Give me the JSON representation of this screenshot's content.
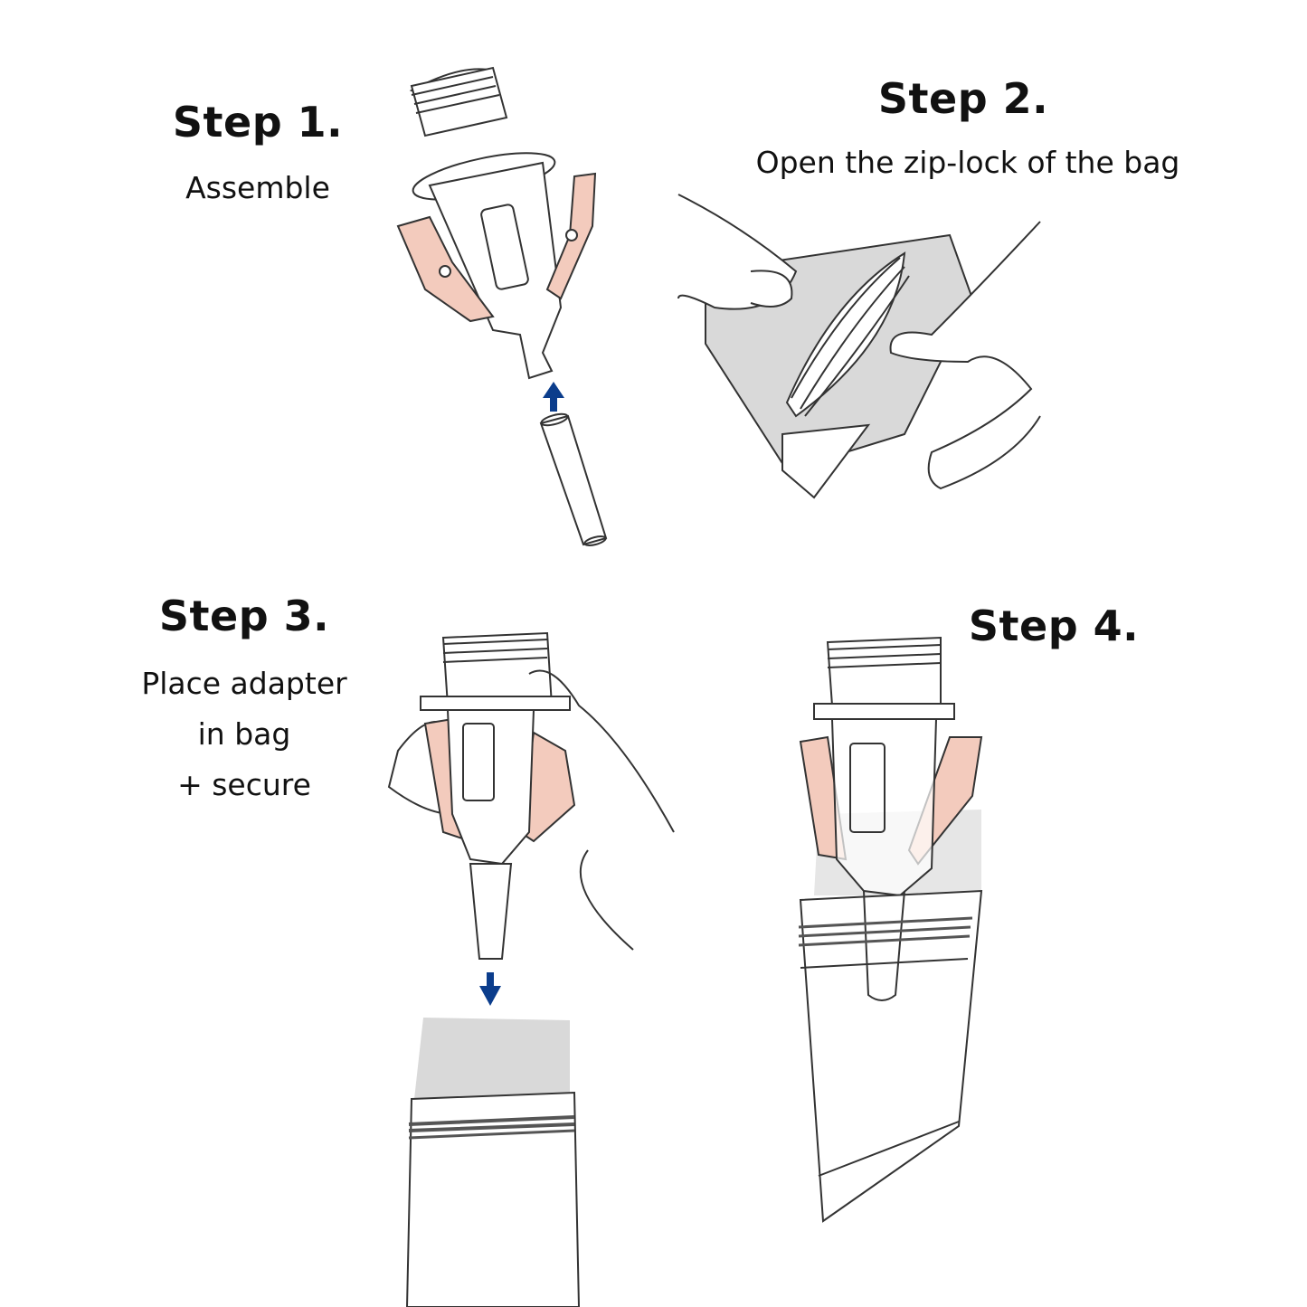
{
  "steps": [
    {
      "title": "Step 1.",
      "caption": [
        "Assemble"
      ]
    },
    {
      "title": "Step 2.",
      "caption": [
        "Open the zip-lock of the bag"
      ]
    },
    {
      "title": "Step 3.",
      "caption": [
        "Place adapter",
        "in bag",
        "+ secure"
      ]
    },
    {
      "title": "Step 4.",
      "caption": []
    }
  ],
  "colors": {
    "clip": "#f3cbbd",
    "arrow": "#0b3d8c",
    "bag_fill": "#d9d9d9",
    "line": "#333333"
  }
}
